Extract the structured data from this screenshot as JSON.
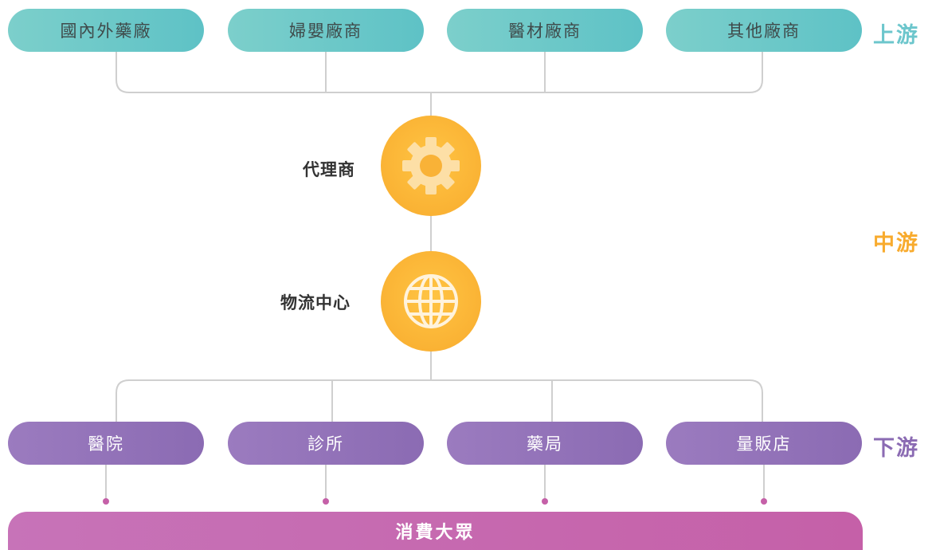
{
  "upstream": {
    "label": "上游",
    "items": [
      "國內外藥廠",
      "婦嬰廠商",
      "醫材廠商",
      "其他廠商"
    ]
  },
  "midstream": {
    "label": "中游",
    "nodes": [
      {
        "label": "代理商",
        "icon": "gear-icon"
      },
      {
        "label": "物流中心",
        "icon": "globe-icon"
      }
    ]
  },
  "downstream": {
    "label": "下游",
    "items": [
      "醫院",
      "診所",
      "藥局",
      "量販店"
    ]
  },
  "consumer": {
    "label": "消費大眾"
  },
  "colors": {
    "upstream": "#5ec2c6",
    "midstream": "#f8ab2e",
    "downstream": "#8b6bb3",
    "consumer": "#c560a8",
    "connector": "#cccccc"
  }
}
